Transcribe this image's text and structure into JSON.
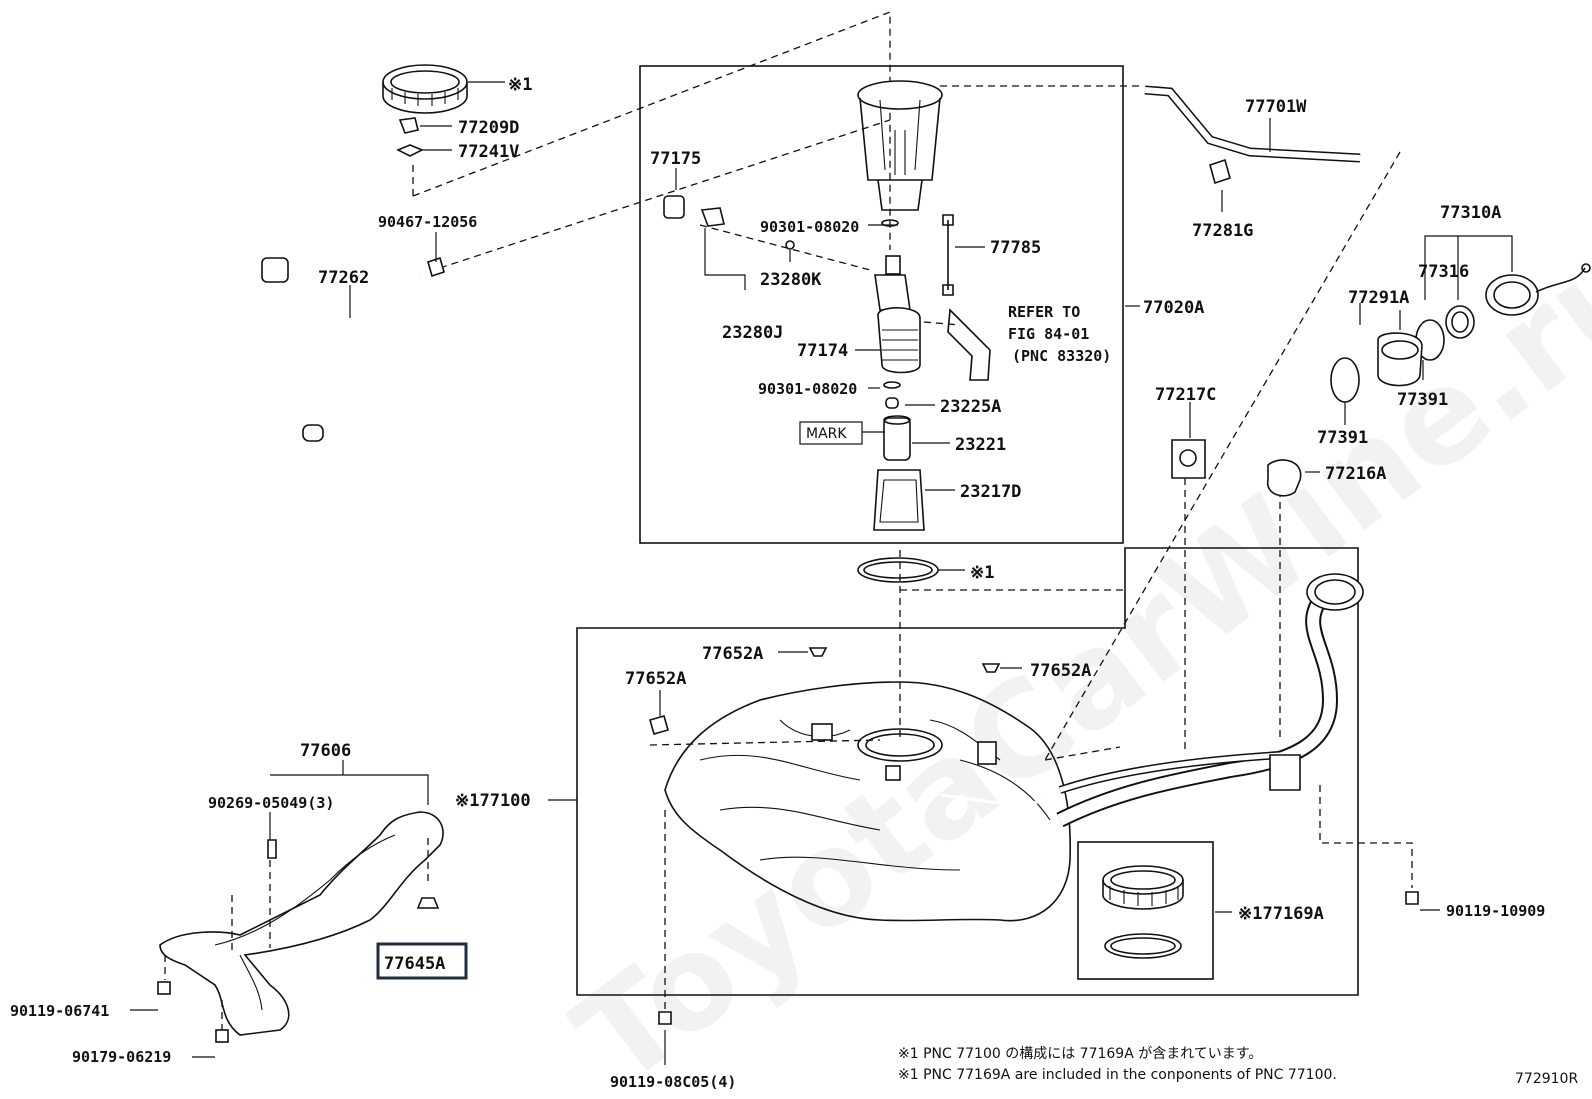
{
  "watermark": "ToyotaCarWine.ru",
  "diagram_id": "772910R",
  "labels": {
    "l_ring_note": "※1",
    "l_77209D": "77209D",
    "l_77241V": "77241V",
    "l_90467": "90467-12056",
    "l_77262": "77262",
    "l_77175": "77175",
    "l_90301_a": "90301-08020",
    "l_23280K": "23280K",
    "l_23280J": "23280J",
    "l_77785": "77785",
    "l_refer1": "REFER TO",
    "l_refer2": "FIG 84-01",
    "l_refer3": "(PNC 83320)",
    "l_77020A": "77020A",
    "l_77174": "77174",
    "l_90301_b": "90301-08020",
    "l_23225A": "23225A",
    "l_mark": "MARK",
    "l_23221": "23221",
    "l_23217D": "23217D",
    "l_gasket_note": "※1",
    "l_77701W": "77701W",
    "l_77281G": "77281G",
    "l_77310A": "77310A",
    "l_77316": "77316",
    "l_77291A": "77291A",
    "l_77391_a": "77391",
    "l_77391_b": "77391",
    "l_77217C": "77217C",
    "l_77216A": "77216A",
    "l_77652A_a": "77652A",
    "l_77652A_b": "77652A",
    "l_77652A_c": "77652A",
    "l_77100": "※177100",
    "l_77169A": "※177169A",
    "l_90119_10909": "90119-10909",
    "l_77606": "77606",
    "l_90269": "90269-05049(3)",
    "l_77645A": "77645A",
    "l_90119_06741": "90119-06741",
    "l_90179": "90179-06219",
    "l_90119_08C05": "90119-08C05(4)"
  },
  "notes": {
    "line1": "※1 PNC 77100 の構成には 77169A が含まれています。",
    "line2": "※1 PNC 77169A are included in the conponents of PNC 77100."
  },
  "colors": {
    "ink": "#111111",
    "highlight_box": "#1f2d3d"
  }
}
